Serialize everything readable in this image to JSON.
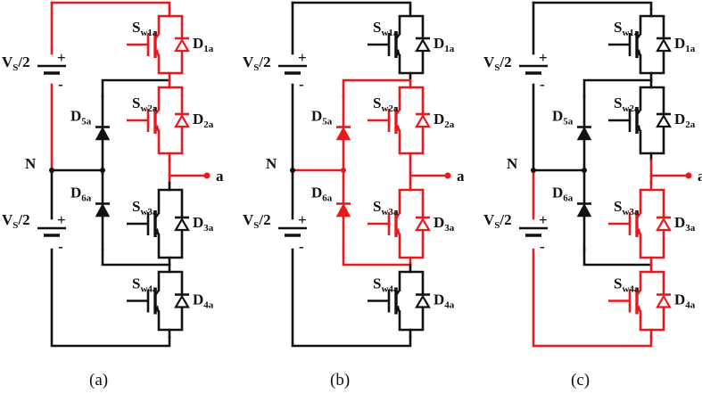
{
  "colors": {
    "active": "#e8191c",
    "idle": "#111111"
  },
  "labels": {
    "vs_main": "V",
    "vs_sub": "S",
    "vs_tail": "/2",
    "neutral": "N",
    "output": "a",
    "plus": "+",
    "minus": "-",
    "s1_main": "S",
    "s1_sub": "w1a",
    "s2_main": "S",
    "s2_sub": "w2a",
    "s3_main": "S",
    "s3_sub": "w3a",
    "s4_main": "S",
    "s4_sub": "w4a",
    "d1_main": "D",
    "d1_sub": "1a",
    "d2_main": "D",
    "d2_sub": "2a",
    "d3_main": "D",
    "d3_sub": "3a",
    "d4_main": "D",
    "d4_sub": "4a",
    "d5_main": "D",
    "d5_sub": "5a",
    "d6_main": "D",
    "d6_sub": "6a"
  },
  "panels": [
    {
      "caption": "(a)",
      "active": [
        "s1",
        "s2",
        "d1",
        "d2",
        "top_rail",
        "left_upper",
        "out"
      ]
    },
    {
      "caption": "(b)",
      "active": [
        "s2",
        "s3",
        "d5",
        "d6",
        "clamp_top",
        "clamp_bot",
        "neutral_link",
        "out"
      ]
    },
    {
      "caption": "(c)",
      "active": [
        "s3",
        "s4",
        "d3",
        "d4",
        "bot_rail",
        "left_lower",
        "out"
      ]
    }
  ]
}
